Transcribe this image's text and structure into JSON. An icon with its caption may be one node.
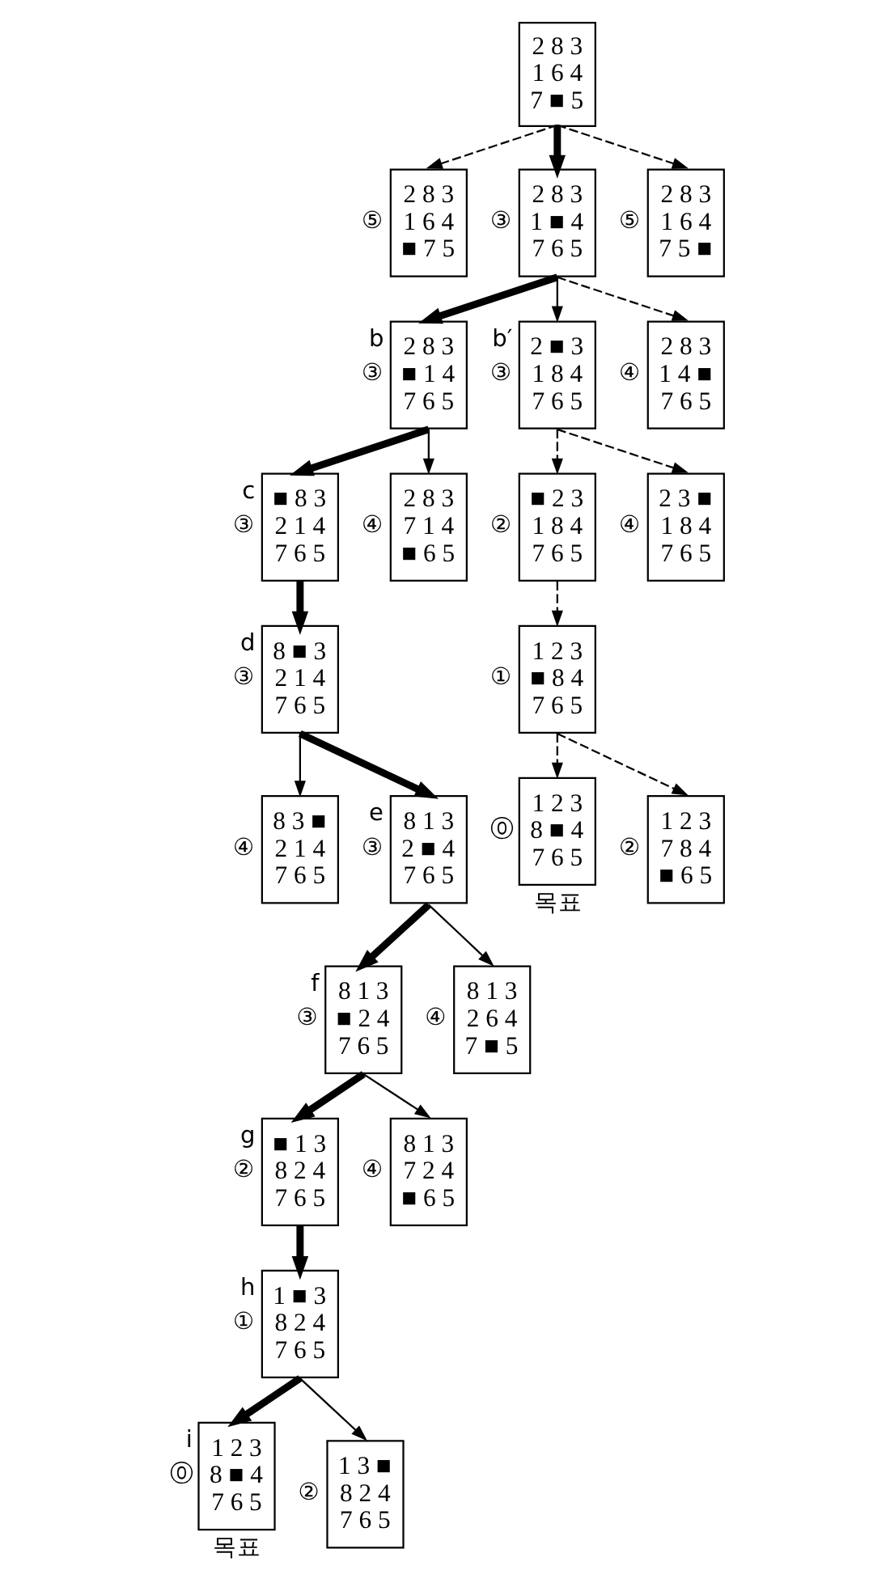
{
  "diagram": {
    "nodes": [
      {
        "text": [
          "2 8 3",
          "1 6 4",
          "7 ■ 5"
        ]
      },
      {
        "text": [
          "2 8 3",
          "1 6 4",
          "■ 7 5"
        ],
        "beside": [
          "⑤"
        ]
      },
      {
        "text": [
          "2 8 3",
          "1 ■ 4",
          "7 6 5"
        ],
        "beside": [
          "③"
        ]
      },
      {
        "text": [
          "2 8 3",
          "1 6 4",
          "7 5 ■"
        ],
        "beside": [
          "⑤"
        ]
      },
      {
        "text": [
          "2 8 3",
          "■ 1 4",
          "7 6 5"
        ],
        "beside": [
          "b",
          "③"
        ]
      },
      {
        "text": [
          "2 ■ 3",
          "1 8 4",
          "7 6 5"
        ],
        "beside": [
          "b′",
          "③"
        ]
      },
      {
        "text": [
          "2 8 3",
          "1 4 ■",
          "7 6 5"
        ],
        "beside": [
          "④"
        ]
      },
      {
        "text": [
          "■ 8 3",
          "2 1 4",
          "7 6 5"
        ],
        "beside": [
          "c",
          "③"
        ]
      },
      {
        "text": [
          "2 8 3",
          "7 1 4",
          "■ 6 5"
        ],
        "beside": [
          "④"
        ]
      },
      {
        "text": [
          "■ 2 3",
          "1 8 4",
          "7 6 5"
        ],
        "beside": [
          "②"
        ]
      },
      {
        "text": [
          "2 3 ■",
          "1 8 4",
          "7 6 5"
        ],
        "beside": [
          "④"
        ]
      },
      {
        "text": [
          "8 ■ 3",
          "2 1 4",
          "7 6 5"
        ],
        "beside": [
          "d",
          "③"
        ]
      },
      {
        "text": [
          "1 2 3",
          "■ 8 4",
          "7 6 5"
        ],
        "beside": [
          "①"
        ]
      },
      {
        "text": [
          "8 3 ■",
          "2 1 4",
          "7 6 5"
        ],
        "beside": [
          "④"
        ]
      },
      {
        "text": [
          "8 1 3",
          "2 ■ 4",
          "7 6 5"
        ],
        "beside": [
          "e",
          "③"
        ]
      },
      {
        "text": [
          "1 2 3",
          "8 ■ 4",
          "7 6 5"
        ],
        "beside": [
          "⓪",
          "목표"
        ]
      },
      {
        "text": [
          "1 2 3",
          "7 8 4",
          "■ 6 5"
        ],
        "beside": [
          "②"
        ]
      },
      {
        "text": [
          "8 1 3",
          "■ 2 4",
          "7 6 5"
        ],
        "beside": [
          "f",
          "③"
        ]
      },
      {
        "text": [
          "8 1 3",
          "2 6 4",
          "7 ■ 5"
        ],
        "beside": [
          "④"
        ]
      },
      {
        "text": [
          "■ 1 3",
          "8 2 4",
          "7 6 5"
        ],
        "beside": [
          "g",
          "②"
        ]
      },
      {
        "text": [
          "8 1 3",
          "7 2 4",
          "■ 6 5"
        ],
        "beside": [
          "④"
        ]
      },
      {
        "text": [
          "1 ■ 3",
          "8 2 4",
          "7 6 5"
        ],
        "beside": [
          "h",
          "①"
        ]
      },
      {
        "text": [
          "1 2 3",
          "8 ■ 4",
          "7 6 5"
        ],
        "beside": [
          "i",
          "⓪",
          "목표"
        ]
      },
      {
        "text": [
          "1 3 ■",
          "8 2 4",
          "7 6 5"
        ],
        "beside": [
          "②"
        ]
      }
    ],
    "edges": [
      {
        "from": 0,
        "to": 1,
        "arrow": "to",
        "style": "dashed"
      },
      {
        "from": 0,
        "to": 2,
        "arrow": "to",
        "style": "thick"
      },
      {
        "from": 0,
        "to": 3,
        "arrow": "to",
        "style": "dashed"
      },
      {
        "from": 2,
        "to": 4,
        "arrow": "to",
        "style": "thick"
      },
      {
        "from": 2,
        "to": 5,
        "arrow": "to"
      },
      {
        "from": 2,
        "to": 6,
        "arrow": "to",
        "style": "dashed"
      },
      {
        "from": 4,
        "to": 7,
        "arrow": "to",
        "style": "thick"
      },
      {
        "from": 4,
        "to": 8,
        "arrow": "to"
      },
      {
        "from": 5,
        "to": 9,
        "arrow": "to",
        "style": "dashed"
      },
      {
        "from": 5,
        "to": 10,
        "arrow": "to",
        "style": "dashed"
      },
      {
        "from": 7,
        "to": 11,
        "arrow": "to",
        "style": "thick"
      },
      {
        "from": 9,
        "to": 12,
        "arrow": "to",
        "style": "dashed"
      },
      {
        "from": 11,
        "to": 13,
        "arrow": "to"
      },
      {
        "from": 11,
        "to": 14,
        "arrow": "to",
        "style": "thick"
      },
      {
        "from": 12,
        "to": 15,
        "arrow": "to",
        "style": "dashed"
      },
      {
        "from": 12,
        "to": 16,
        "arrow": "to",
        "style": "dashed"
      },
      {
        "from": 14,
        "to": 17,
        "arrow": "to",
        "style": "thick"
      },
      {
        "from": 14,
        "to": 18,
        "arrow": "to"
      },
      {
        "from": 17,
        "to": 19,
        "arrow": "to",
        "style": "thick"
      },
      {
        "from": 17,
        "to": 20,
        "arrow": "to"
      },
      {
        "from": 19,
        "to": 21,
        "arrow": "to",
        "style": "thick"
      },
      {
        "from": 21,
        "to": 22,
        "arrow": "to",
        "style": "thick"
      },
      {
        "from": 21,
        "to": 23,
        "arrow": "to"
      }
    ]
  }
}
